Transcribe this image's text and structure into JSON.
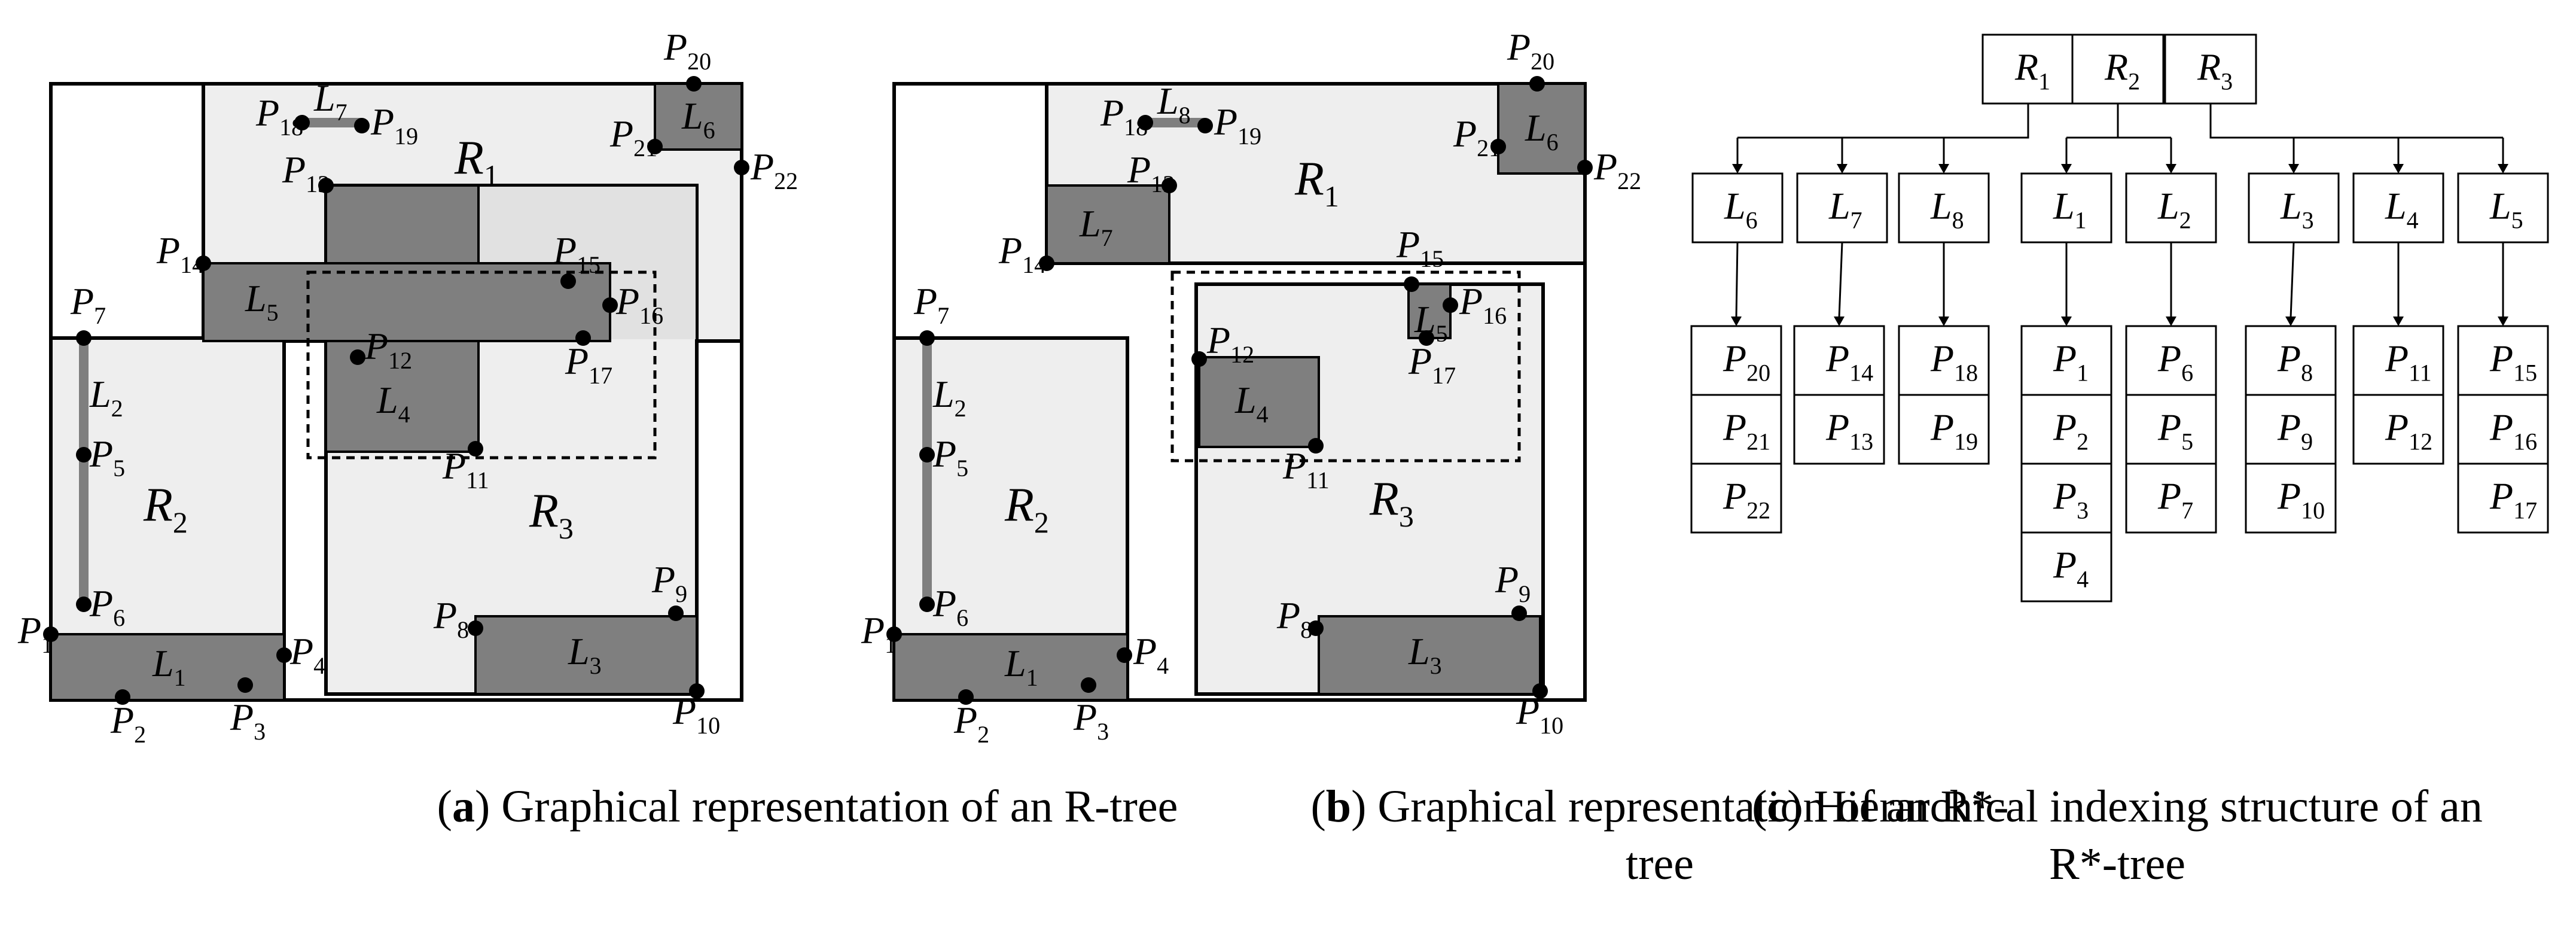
{
  "captions": {
    "a": {
      "letter": "a",
      "text": "Graphical representation of an R-tree"
    },
    "b": {
      "letter": "b",
      "text": "Graphical representation of an R*-tree"
    },
    "c": {
      "letter": "c",
      "text": "Hierarchical indexing structure of an R*-tree"
    }
  },
  "colors": {
    "leaf_fill": "#7f7f7f",
    "region_fill": "#eeeeee",
    "outline": "#000000"
  },
  "panel_a": {
    "regions": [
      {
        "base": "R",
        "sub": "1"
      },
      {
        "base": "R",
        "sub": "2"
      },
      {
        "base": "R",
        "sub": "3"
      }
    ],
    "leaves": [
      {
        "base": "L",
        "sub": "1"
      },
      {
        "base": "L",
        "sub": "2"
      },
      {
        "base": "L",
        "sub": "3"
      },
      {
        "base": "L",
        "sub": "4"
      },
      {
        "base": "L",
        "sub": "5"
      },
      {
        "base": "L",
        "sub": "6"
      },
      {
        "base": "L",
        "sub": "7"
      }
    ],
    "points": [
      "1",
      "2",
      "3",
      "4",
      "5",
      "6",
      "7",
      "8",
      "9",
      "10",
      "11",
      "12",
      "13",
      "14",
      "15",
      "16",
      "17",
      "18",
      "19",
      "20",
      "21",
      "22"
    ]
  },
  "panel_b": {
    "regions": [
      {
        "base": "R",
        "sub": "1"
      },
      {
        "base": "R",
        "sub": "2"
      },
      {
        "base": "R",
        "sub": "3"
      }
    ],
    "leaves": [
      {
        "base": "L",
        "sub": "1"
      },
      {
        "base": "L",
        "sub": "2"
      },
      {
        "base": "L",
        "sub": "3"
      },
      {
        "base": "L",
        "sub": "4"
      },
      {
        "base": "L",
        "sub": "5"
      },
      {
        "base": "L",
        "sub": "6"
      },
      {
        "base": "L",
        "sub": "7"
      },
      {
        "base": "L",
        "sub": "8"
      }
    ],
    "points": [
      "1",
      "2",
      "3",
      "4",
      "5",
      "6",
      "7",
      "8",
      "9",
      "10",
      "11",
      "12",
      "13",
      "14",
      "15",
      "16",
      "17",
      "18",
      "19",
      "20",
      "21",
      "22"
    ]
  },
  "panel_c": {
    "root": [
      "1",
      "2",
      "3"
    ],
    "groups": [
      {
        "leaves": [
          "6",
          "7",
          "8"
        ],
        "points": [
          [
            "20",
            "21",
            "22"
          ],
          [
            "14",
            "13"
          ],
          [
            "18",
            "19"
          ]
        ]
      },
      {
        "leaves": [
          "1",
          "2"
        ],
        "points": [
          [
            "1",
            "2",
            "3",
            "4"
          ],
          [
            "6",
            "5",
            "7"
          ]
        ]
      },
      {
        "leaves": [
          "3",
          "4",
          "5"
        ],
        "points": [
          [
            "8",
            "9",
            "10"
          ],
          [
            "11",
            "12"
          ],
          [
            "15",
            "16",
            "17"
          ]
        ]
      }
    ]
  }
}
